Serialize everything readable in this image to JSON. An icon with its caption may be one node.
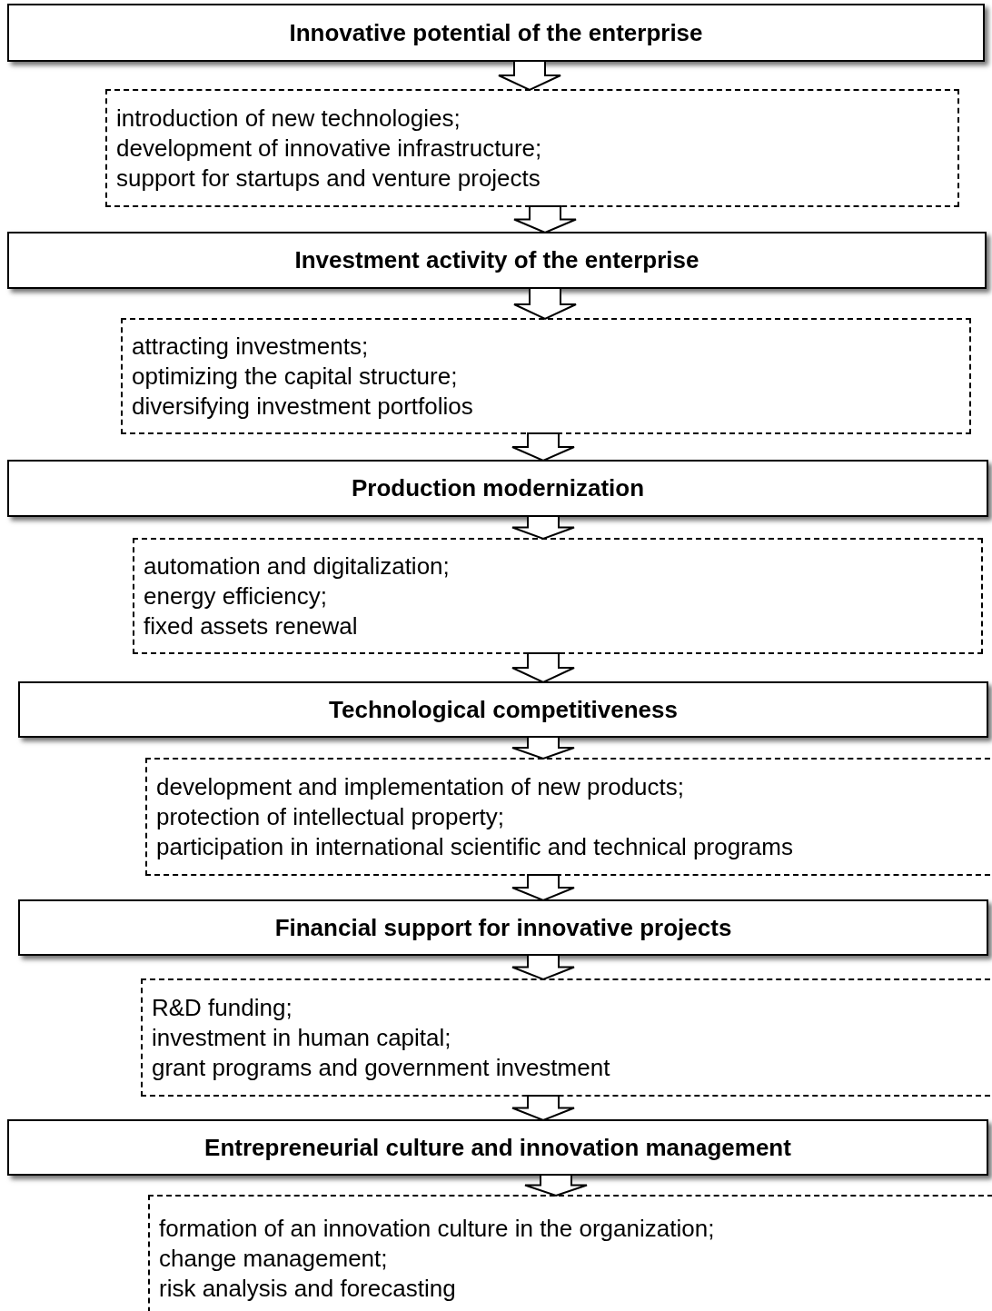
{
  "diagram": {
    "nodes": [
      {
        "text": [
          "Innovative potential of the enterprise"
        ]
      },
      {
        "text": [
          "introduction of new technologies;",
          "development of innovative infrastructure;",
          "support for startups and venture projects"
        ]
      },
      {
        "text": [
          "Investment activity of the enterprise"
        ]
      },
      {
        "text": [
          "attracting investments;",
          "optimizing the capital structure;",
          "diversifying investment portfolios"
        ]
      },
      {
        "text": [
          "Production modernization"
        ]
      },
      {
        "text": [
          "automation and digitalization;",
          "energy efficiency;",
          "fixed assets renewal"
        ]
      },
      {
        "text": [
          "Technological competitiveness"
        ]
      },
      {
        "text": [
          "development and implementation of new products;",
          "protection of intellectual property;",
          "participation in international scientific and technical programs"
        ]
      },
      {
        "text": [
          "Financial support for innovative projects"
        ]
      },
      {
        "text": [
          "R&D funding;",
          "investment in human capital;",
          "grant programs and government investment"
        ]
      },
      {
        "text": [
          "Entrepreneurial culture and innovation management"
        ]
      },
      {
        "text": [
          "formation of an innovation culture in the organization;",
          "change management;",
          "risk analysis and forecasting"
        ]
      }
    ],
    "edges": [
      {
        "from": 0,
        "to": 1,
        "arrow": "to"
      },
      {
        "from": 1,
        "to": 2,
        "arrow": "to"
      },
      {
        "from": 2,
        "to": 3,
        "arrow": "to"
      },
      {
        "from": 3,
        "to": 4,
        "arrow": "to"
      },
      {
        "from": 4,
        "to": 5,
        "arrow": "to"
      },
      {
        "from": 5,
        "to": 6,
        "arrow": "to"
      },
      {
        "from": 6,
        "to": 7,
        "arrow": "to"
      },
      {
        "from": 7,
        "to": 8,
        "arrow": "to"
      },
      {
        "from": 8,
        "to": 9,
        "arrow": "to"
      },
      {
        "from": 9,
        "to": 10,
        "arrow": "to"
      },
      {
        "from": 10,
        "to": 11,
        "arrow": "to"
      }
    ]
  }
}
